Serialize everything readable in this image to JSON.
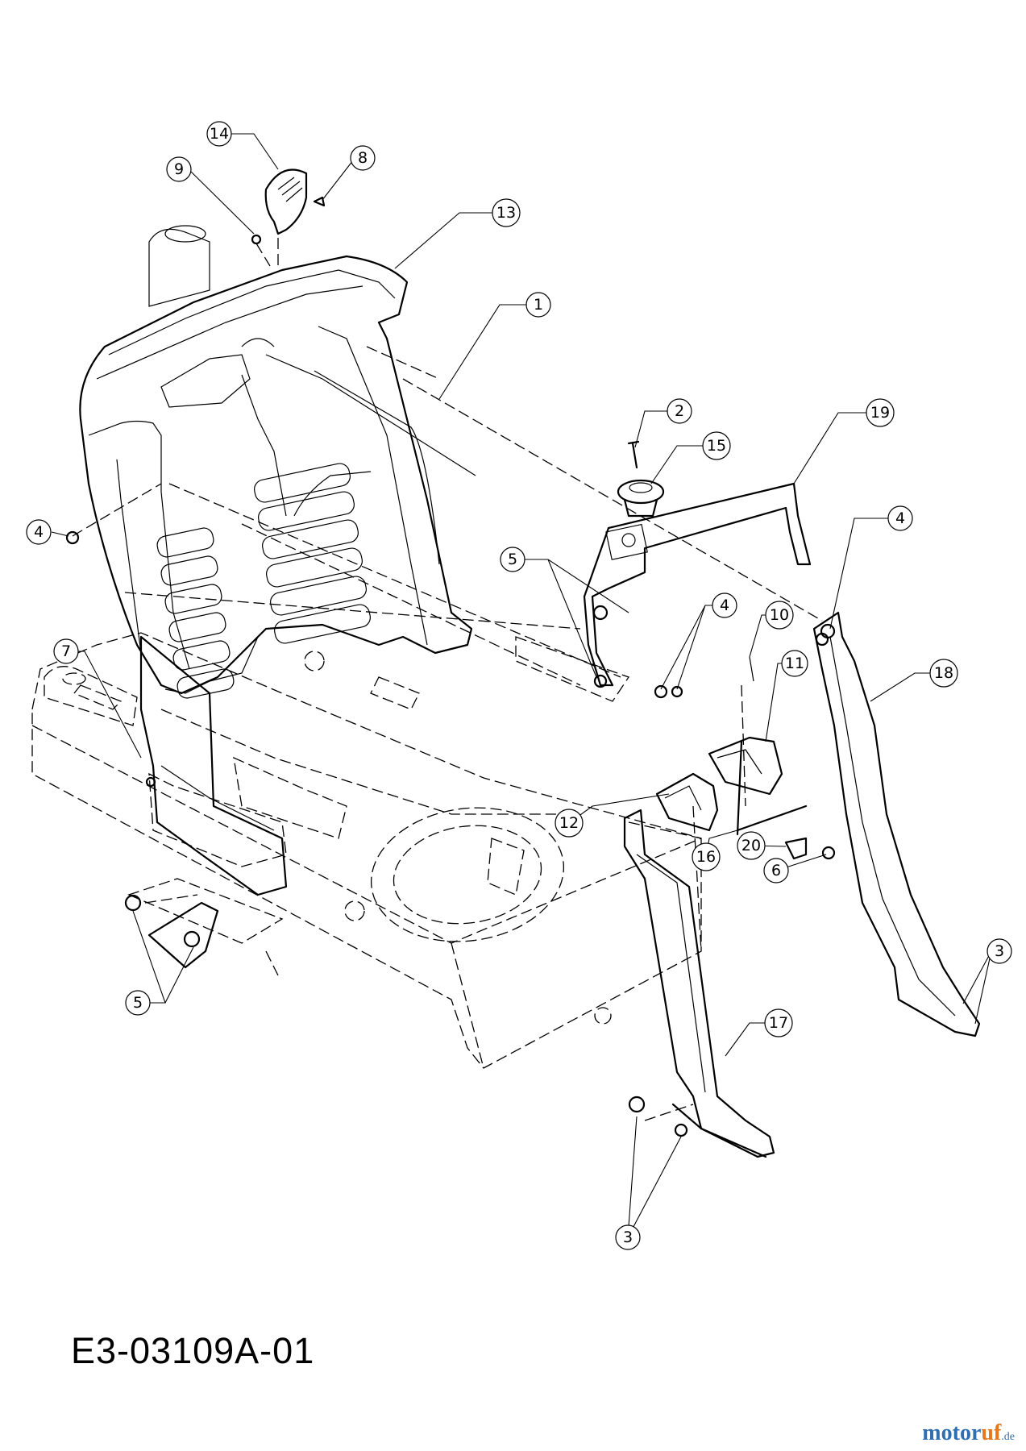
{
  "diagram": {
    "drawing_id": "E3-03109A-01",
    "brand": {
      "name": "motoruf",
      "part1": "motor",
      "part2": "uf",
      "tld": ".de"
    },
    "callouts": [
      "14",
      "9",
      "8",
      "13",
      "1",
      "2",
      "15",
      "19",
      "4",
      "4",
      "5",
      "4",
      "10",
      "11",
      "18",
      "7",
      "12",
      "16",
      "20",
      "6",
      "5",
      "3",
      "17",
      "3"
    ]
  }
}
